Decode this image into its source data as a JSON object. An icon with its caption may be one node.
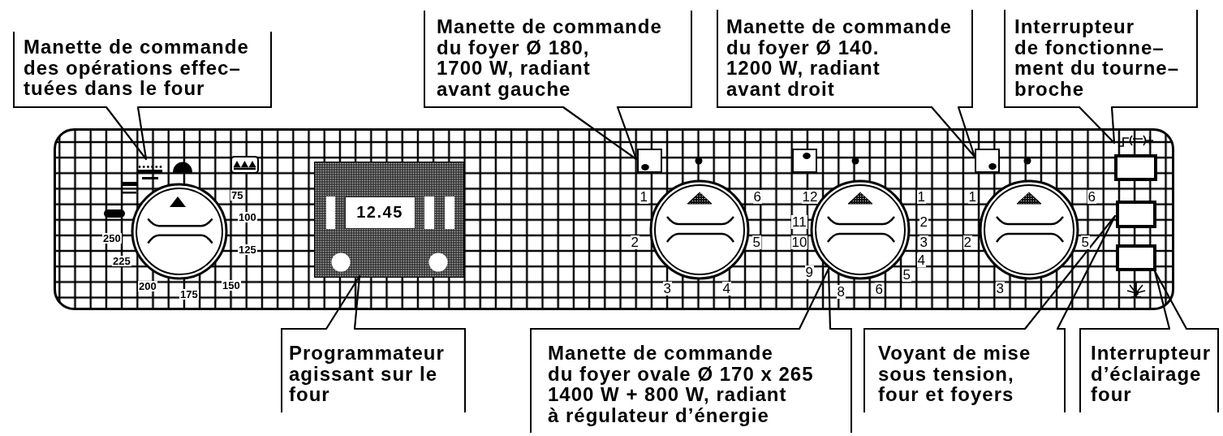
{
  "diagram": {
    "nodes": [
      {
        "text": [
          "Manette de commande des opérations effec– tuées dans le four"
        ]
      },
      {
        "text": [
          "Manette de commande du foyer Ø 180, 1700 W, radiant avant gauche"
        ]
      },
      {
        "text": [
          "Manette de commande du foyer Ø 140. 1200 W, radiant avant droit"
        ]
      },
      {
        "text": [
          "Interrupteur de fonctionne– ment du tourne– broche"
        ]
      },
      {
        "text": [],
        "shape": "box"
      },
      {
        "text": [],
        "shape": "circle",
        "in": 4,
        "beside": [
          "75",
          "100",
          "125",
          "150",
          "175",
          "200",
          "225",
          "250"
        ]
      },
      {
        "text": [
          "12.45"
        ],
        "in": 4
      },
      {
        "text": [],
        "shape": "circle",
        "in": 4,
        "beside": [
          "1",
          "2",
          "3",
          "4",
          "5",
          "6"
        ]
      },
      {
        "text": [],
        "shape": "circle",
        "in": 4,
        "beside": [
          "1",
          "2",
          "3",
          "4",
          "5",
          "6",
          "8",
          "9",
          "10",
          "11",
          "12"
        ]
      },
      {
        "text": [],
        "shape": "circle",
        "in": 4,
        "beside": [
          "1",
          "2",
          "3",
          "5",
          "6"
        ]
      },
      {
        "text": [],
        "shape": "box",
        "in": 4
      },
      {
        "text": [],
        "shape": "box",
        "in": 4
      },
      {
        "text": [],
        "shape": "box",
        "in": 4
      },
      {
        "text": [
          "Programmateur agissant sur le four"
        ]
      },
      {
        "text": [
          "Manette de commande du foyer ovale Ø 170 x 265 1400 W + 800 W, radiant à régulateur d’énergie"
        ]
      },
      {
        "text": [
          "Voyant de mise sous tension, four et foyers"
        ]
      },
      {
        "text": [
          "Interrupteur d’éclairage four"
        ]
      }
    ],
    "edges": [
      {
        "from": 0,
        "to": 5,
        "arrow": "none"
      },
      {
        "from": 1,
        "to": 7,
        "arrow": "none"
      },
      {
        "from": 2,
        "to": 9,
        "arrow": "none"
      },
      {
        "from": 3,
        "to": 10,
        "arrow": "none"
      },
      {
        "from": 13,
        "to": 6,
        "arrow": "none"
      },
      {
        "from": 14,
        "to": 8,
        "arrow": "none"
      },
      {
        "from": 15,
        "to": 11,
        "arrow": "none"
      },
      {
        "from": 16,
        "to": 12,
        "arrow": "none"
      }
    ]
  }
}
